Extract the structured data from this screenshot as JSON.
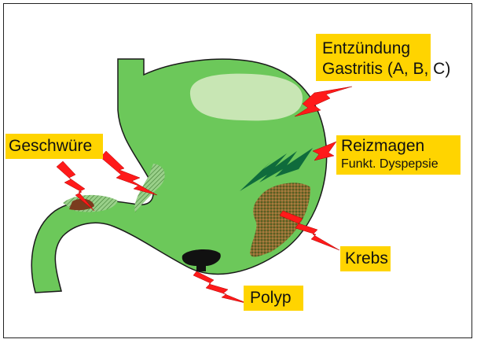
{
  "colors": {
    "stomach": "#6cc85a",
    "stomach_outline": "#1a1a1a",
    "label_bg": "#ffd400",
    "lightning": "#ff1a1a",
    "inflammation": "#c8e6b4",
    "irritable": "#0f6b3c",
    "cancer_fill": "#8b6a2e",
    "ulcer": "#7a3c1e",
    "polyp": "#111111"
  },
  "labels": {
    "entzuendung": "Entzündung",
    "gastritis": "Gastritis (A, B, C)",
    "geschwuere": "Geschwüre",
    "reizmagen": "Reizmagen",
    "dyspepsie": "Funkt. Dyspepsie",
    "krebs": "Krebs",
    "polyp": "Polyp"
  }
}
